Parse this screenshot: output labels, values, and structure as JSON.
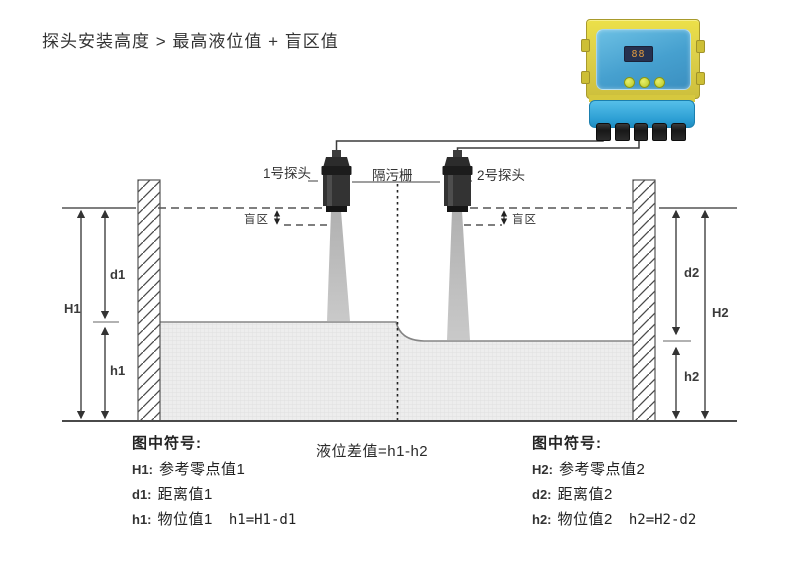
{
  "title": "探头安装高度 > 最高液位值 + 盲区值",
  "diagram": {
    "probe1_label": "1号探头",
    "barrier_label": "隔污栅",
    "probe2_label": "2号探头",
    "blind_left": "盲区",
    "blind_right": "盲区",
    "dims": {
      "H1": "H1",
      "d1": "d1",
      "h1": "h1",
      "H2": "H2",
      "d2": "d2",
      "h2": "h2"
    }
  },
  "device": {
    "display_text": "88"
  },
  "legend_left": {
    "heading": "图中符号:",
    "rows": [
      {
        "k": "H1:",
        "v": "参考零点值1",
        "f": ""
      },
      {
        "k": "d1:",
        "v": "距离值1",
        "f": ""
      },
      {
        "k": "h1:",
        "v": "物位值1",
        "f": "h1=H1-d1"
      }
    ]
  },
  "center_formula": "液位差值=h1-h2",
  "legend_right": {
    "heading": "图中符号:",
    "rows": [
      {
        "k": "H2:",
        "v": "参考零点值2",
        "f": ""
      },
      {
        "k": "d2:",
        "v": "距离值2",
        "f": ""
      },
      {
        "k": "h2:",
        "v": "物位值2",
        "f": "h2=H2-d2"
      }
    ]
  },
  "colors": {
    "device_yellow": "#ddd04a",
    "device_blue": "#46a0cf",
    "device_lower_blue": "#2d9fd4",
    "water_fill": "#ededed",
    "beam_gray": "#b6b6b6",
    "line_dark": "#444444"
  }
}
